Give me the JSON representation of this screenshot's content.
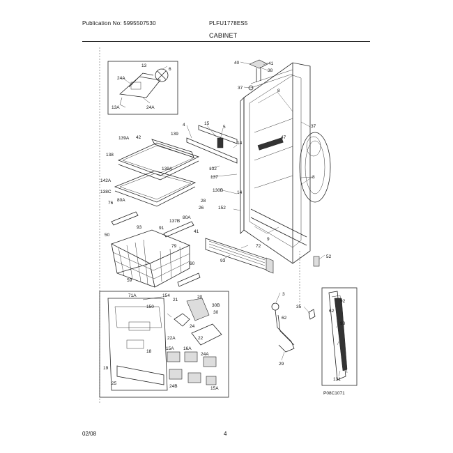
{
  "header": {
    "publication": "Publication No: 5995507530",
    "model": "PLFU1778ES5",
    "section": "CABINET"
  },
  "footer": {
    "date": "02/08",
    "page": "4"
  },
  "diagram": {
    "ref_code": "P08C1071",
    "callouts": {
      "c40": "40",
      "c41": "41",
      "c38": "38",
      "c37": "37",
      "c8a": "8",
      "c37b": "37",
      "c47": "47",
      "c8b": "8",
      "c13": "13",
      "c24a": "24A",
      "c6": "6",
      "c24b": "24A",
      "c13a": "13A",
      "c4": "4",
      "c15": "15",
      "c5": "5",
      "c14": "14",
      "c139a": "139A",
      "c42": "42",
      "c139": "139",
      "c138": "138",
      "c139b": "139A",
      "c132": "132",
      "c137": "137",
      "c142a": "142A",
      "c138c": "138C",
      "c76": "76",
      "c80a": "80A",
      "c130b": "130B",
      "c14b": "14",
      "c28": "28",
      "c152": "152",
      "c26": "26",
      "c93a": "93",
      "c137b": "137B",
      "c80b": "80A",
      "c91": "91",
      "c41b": "41",
      "c50": "50",
      "c79": "79",
      "c9": "9",
      "c72": "72",
      "c93b": "93",
      "c52": "52",
      "c59": "59",
      "c60": "60",
      "c3": "3",
      "c71a": "71A",
      "c154": "154",
      "c150": "150",
      "c21": "21",
      "c20": "20",
      "c30b": "30B",
      "c30": "30",
      "c24": "24",
      "c22a": "22A",
      "c22": "22",
      "c18": "18",
      "c15a": "15A",
      "c16a": "16A",
      "c24a2": "24A",
      "c19": "19",
      "c25": "25",
      "c24b2": "24B",
      "c15a2": "15A",
      "c35": "35",
      "c62": "62",
      "c29": "29",
      "c92": "92",
      "c93c": "93",
      "c131": "131"
    }
  }
}
